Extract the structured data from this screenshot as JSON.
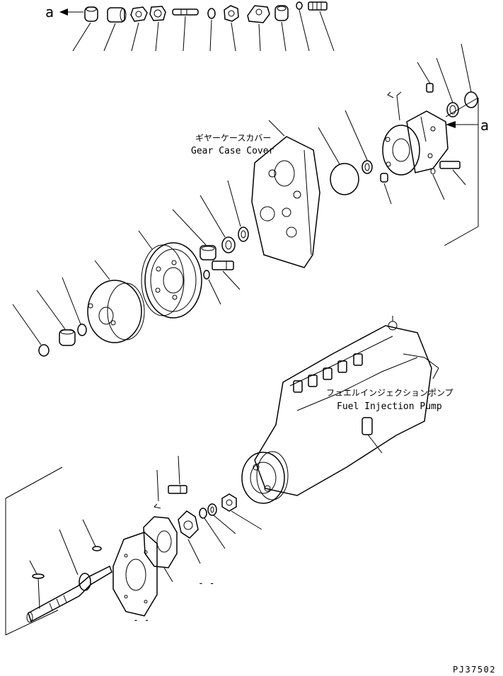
{
  "callout_letter": "a",
  "labels": {
    "gear_case_cover_jp": "ギヤーケースカバー",
    "gear_case_cover_en": "Gear Case Cover",
    "fuel_pump_jp": "フュエルインジェクションポンプ",
    "fuel_pump_en": "Fuel Injection Pump",
    "dash_mark": "- -",
    "drawing_code": "PJ37502"
  }
}
